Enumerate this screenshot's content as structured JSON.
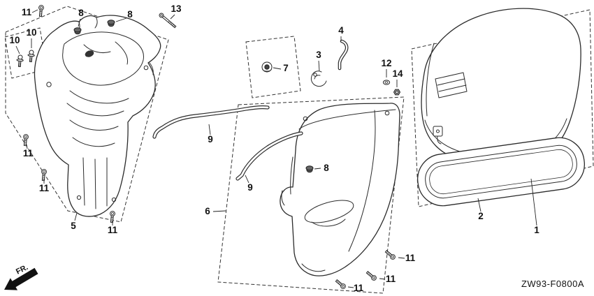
{
  "diagram": {
    "code": "ZW93-F0800A",
    "fr_label": "FR."
  },
  "callouts": [
    {
      "n": "11"
    },
    {
      "n": "8"
    },
    {
      "n": "8"
    },
    {
      "n": "13"
    },
    {
      "n": "10"
    },
    {
      "n": "10"
    },
    {
      "n": "7"
    },
    {
      "n": "3"
    },
    {
      "n": "4"
    },
    {
      "n": "12"
    },
    {
      "n": "14"
    },
    {
      "n": "9"
    },
    {
      "n": "11"
    },
    {
      "n": "11"
    },
    {
      "n": "11"
    },
    {
      "n": "5"
    },
    {
      "n": "9"
    },
    {
      "n": "8"
    },
    {
      "n": "6"
    },
    {
      "n": "2"
    },
    {
      "n": "1"
    },
    {
      "n": "11"
    },
    {
      "n": "11"
    },
    {
      "n": "11"
    }
  ]
}
